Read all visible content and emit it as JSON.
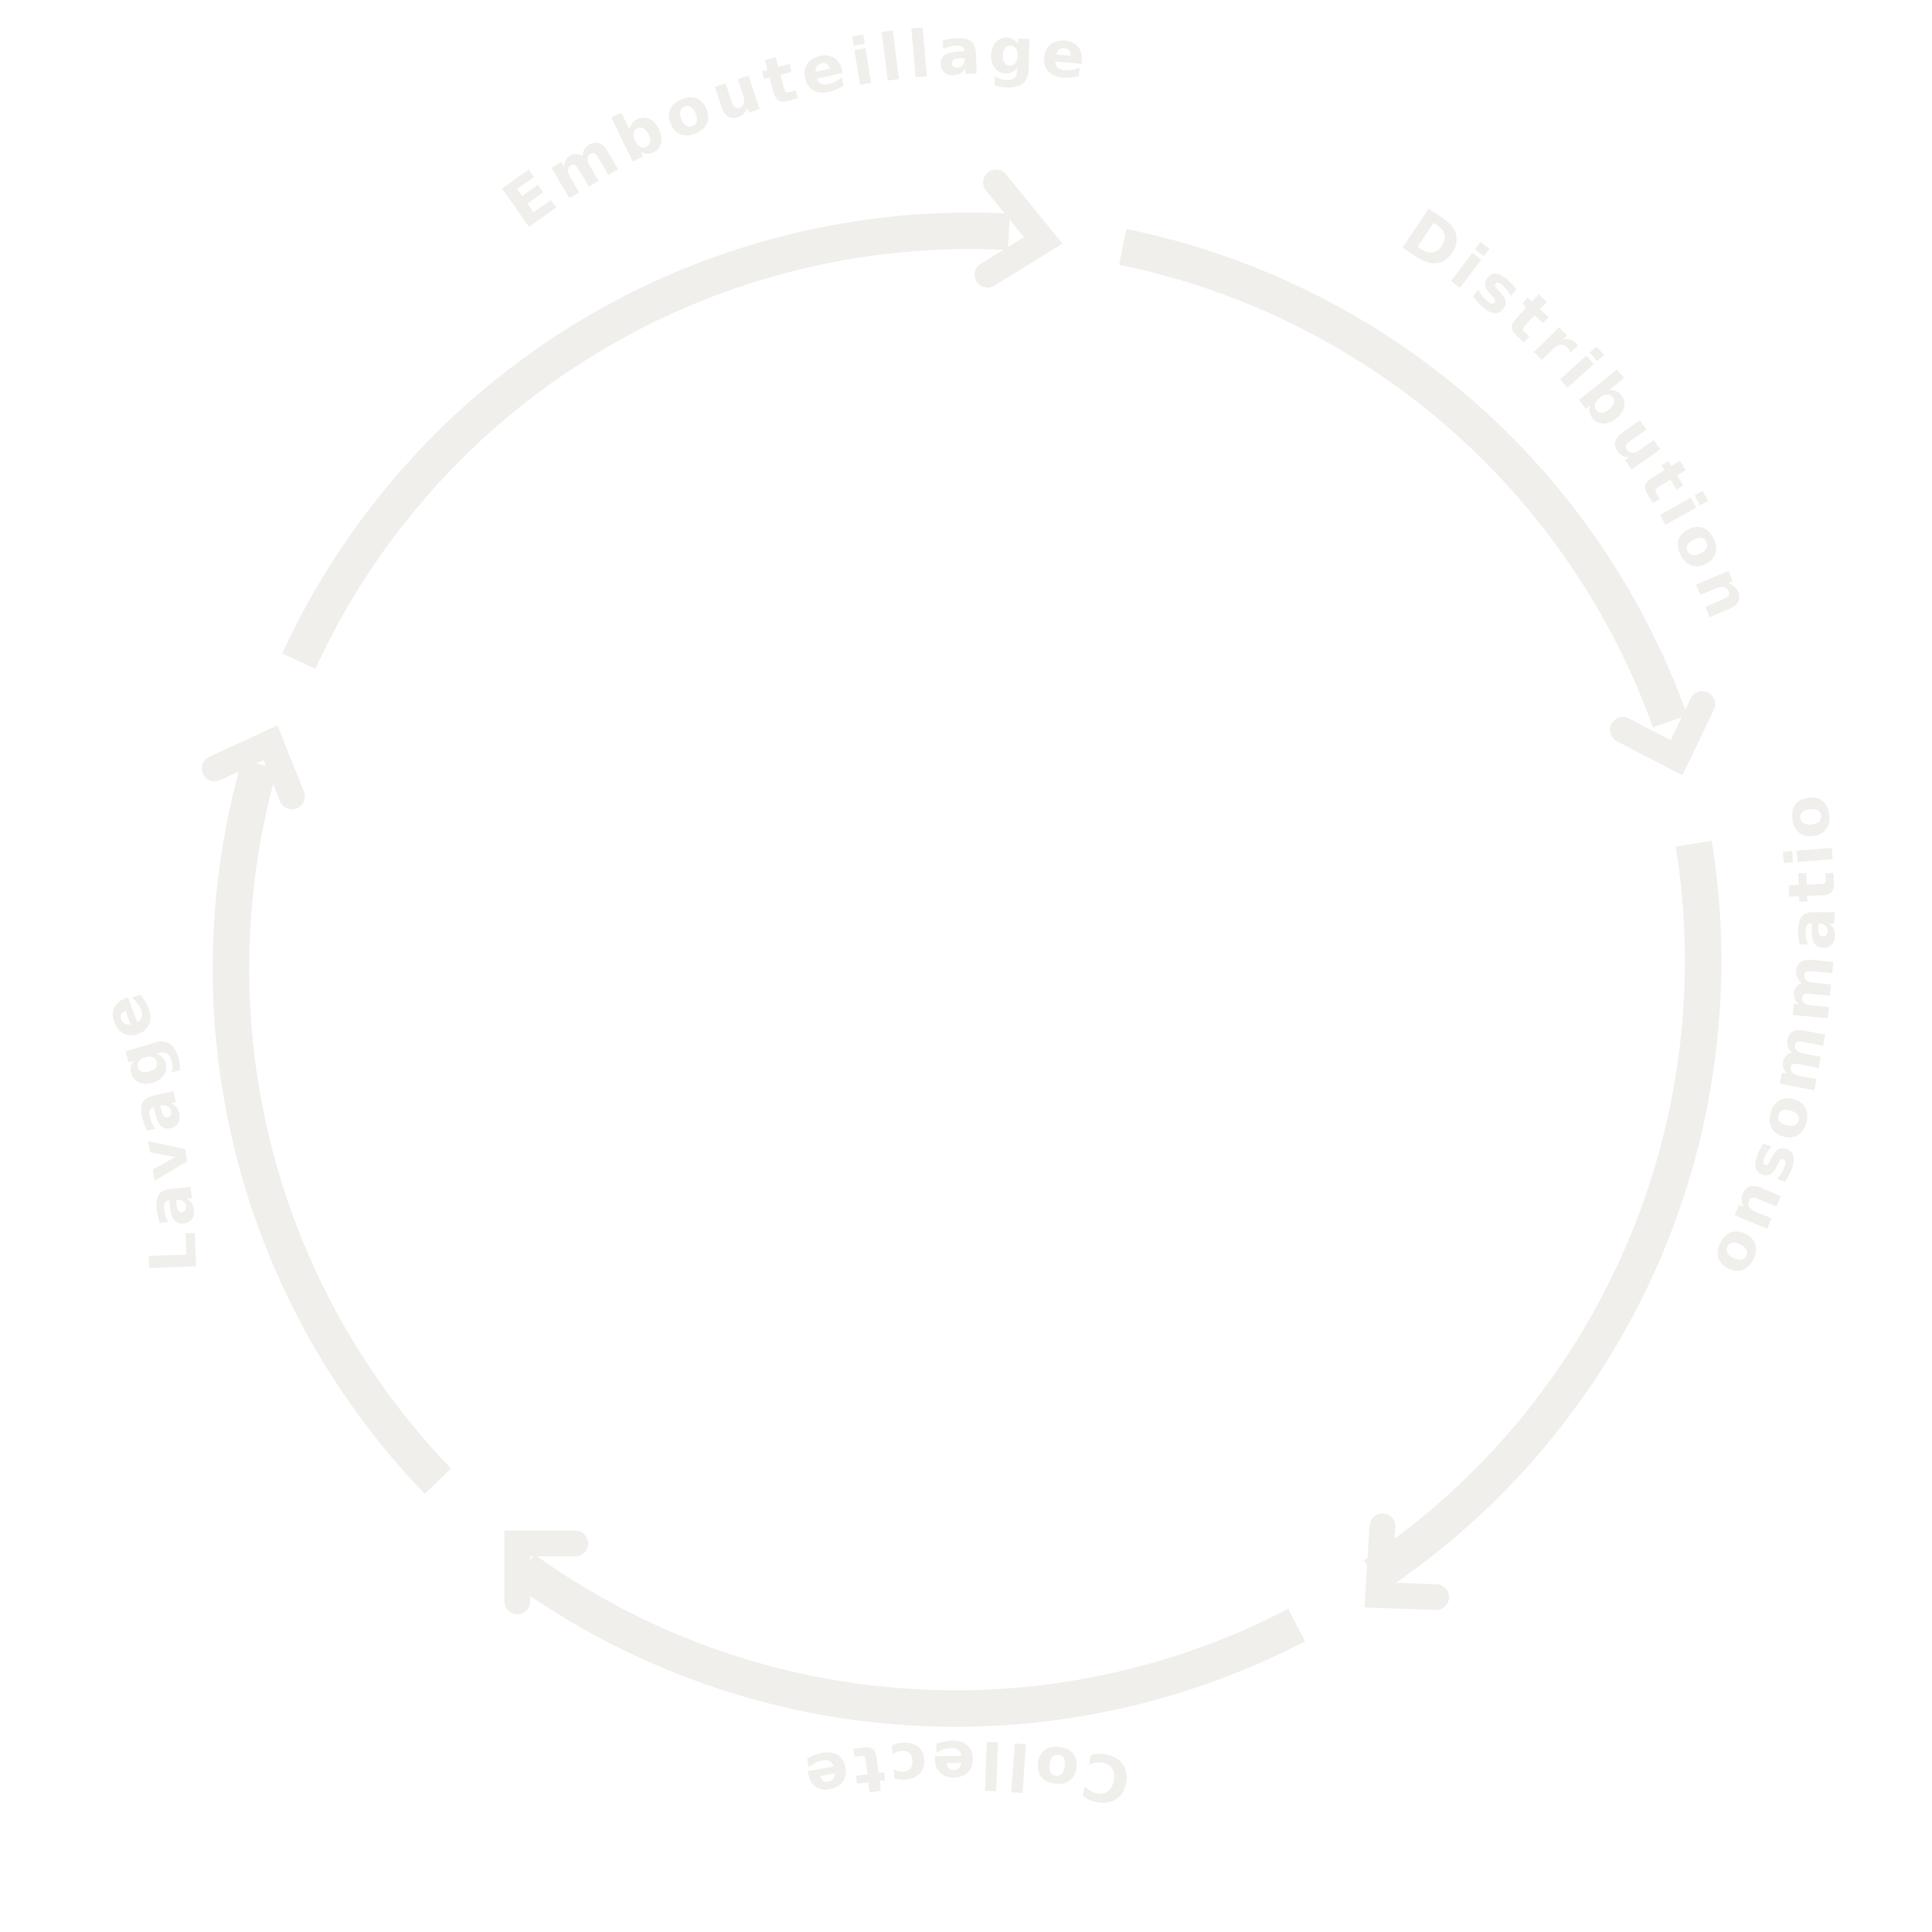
{
  "colors": {
    "background": "#ffffff",
    "stroke": "#f0efeb"
  },
  "diagram": {
    "type": "cycle",
    "direction": "clockwise",
    "stages": [
      {
        "id": "embouteillage",
        "label": "Embouteillage"
      },
      {
        "id": "distribution",
        "label": "Distribution"
      },
      {
        "id": "consommation",
        "label": "Consommation"
      },
      {
        "id": "collecte",
        "label": "Collecte"
      },
      {
        "id": "lavage",
        "label": "Lavage"
      }
    ]
  }
}
